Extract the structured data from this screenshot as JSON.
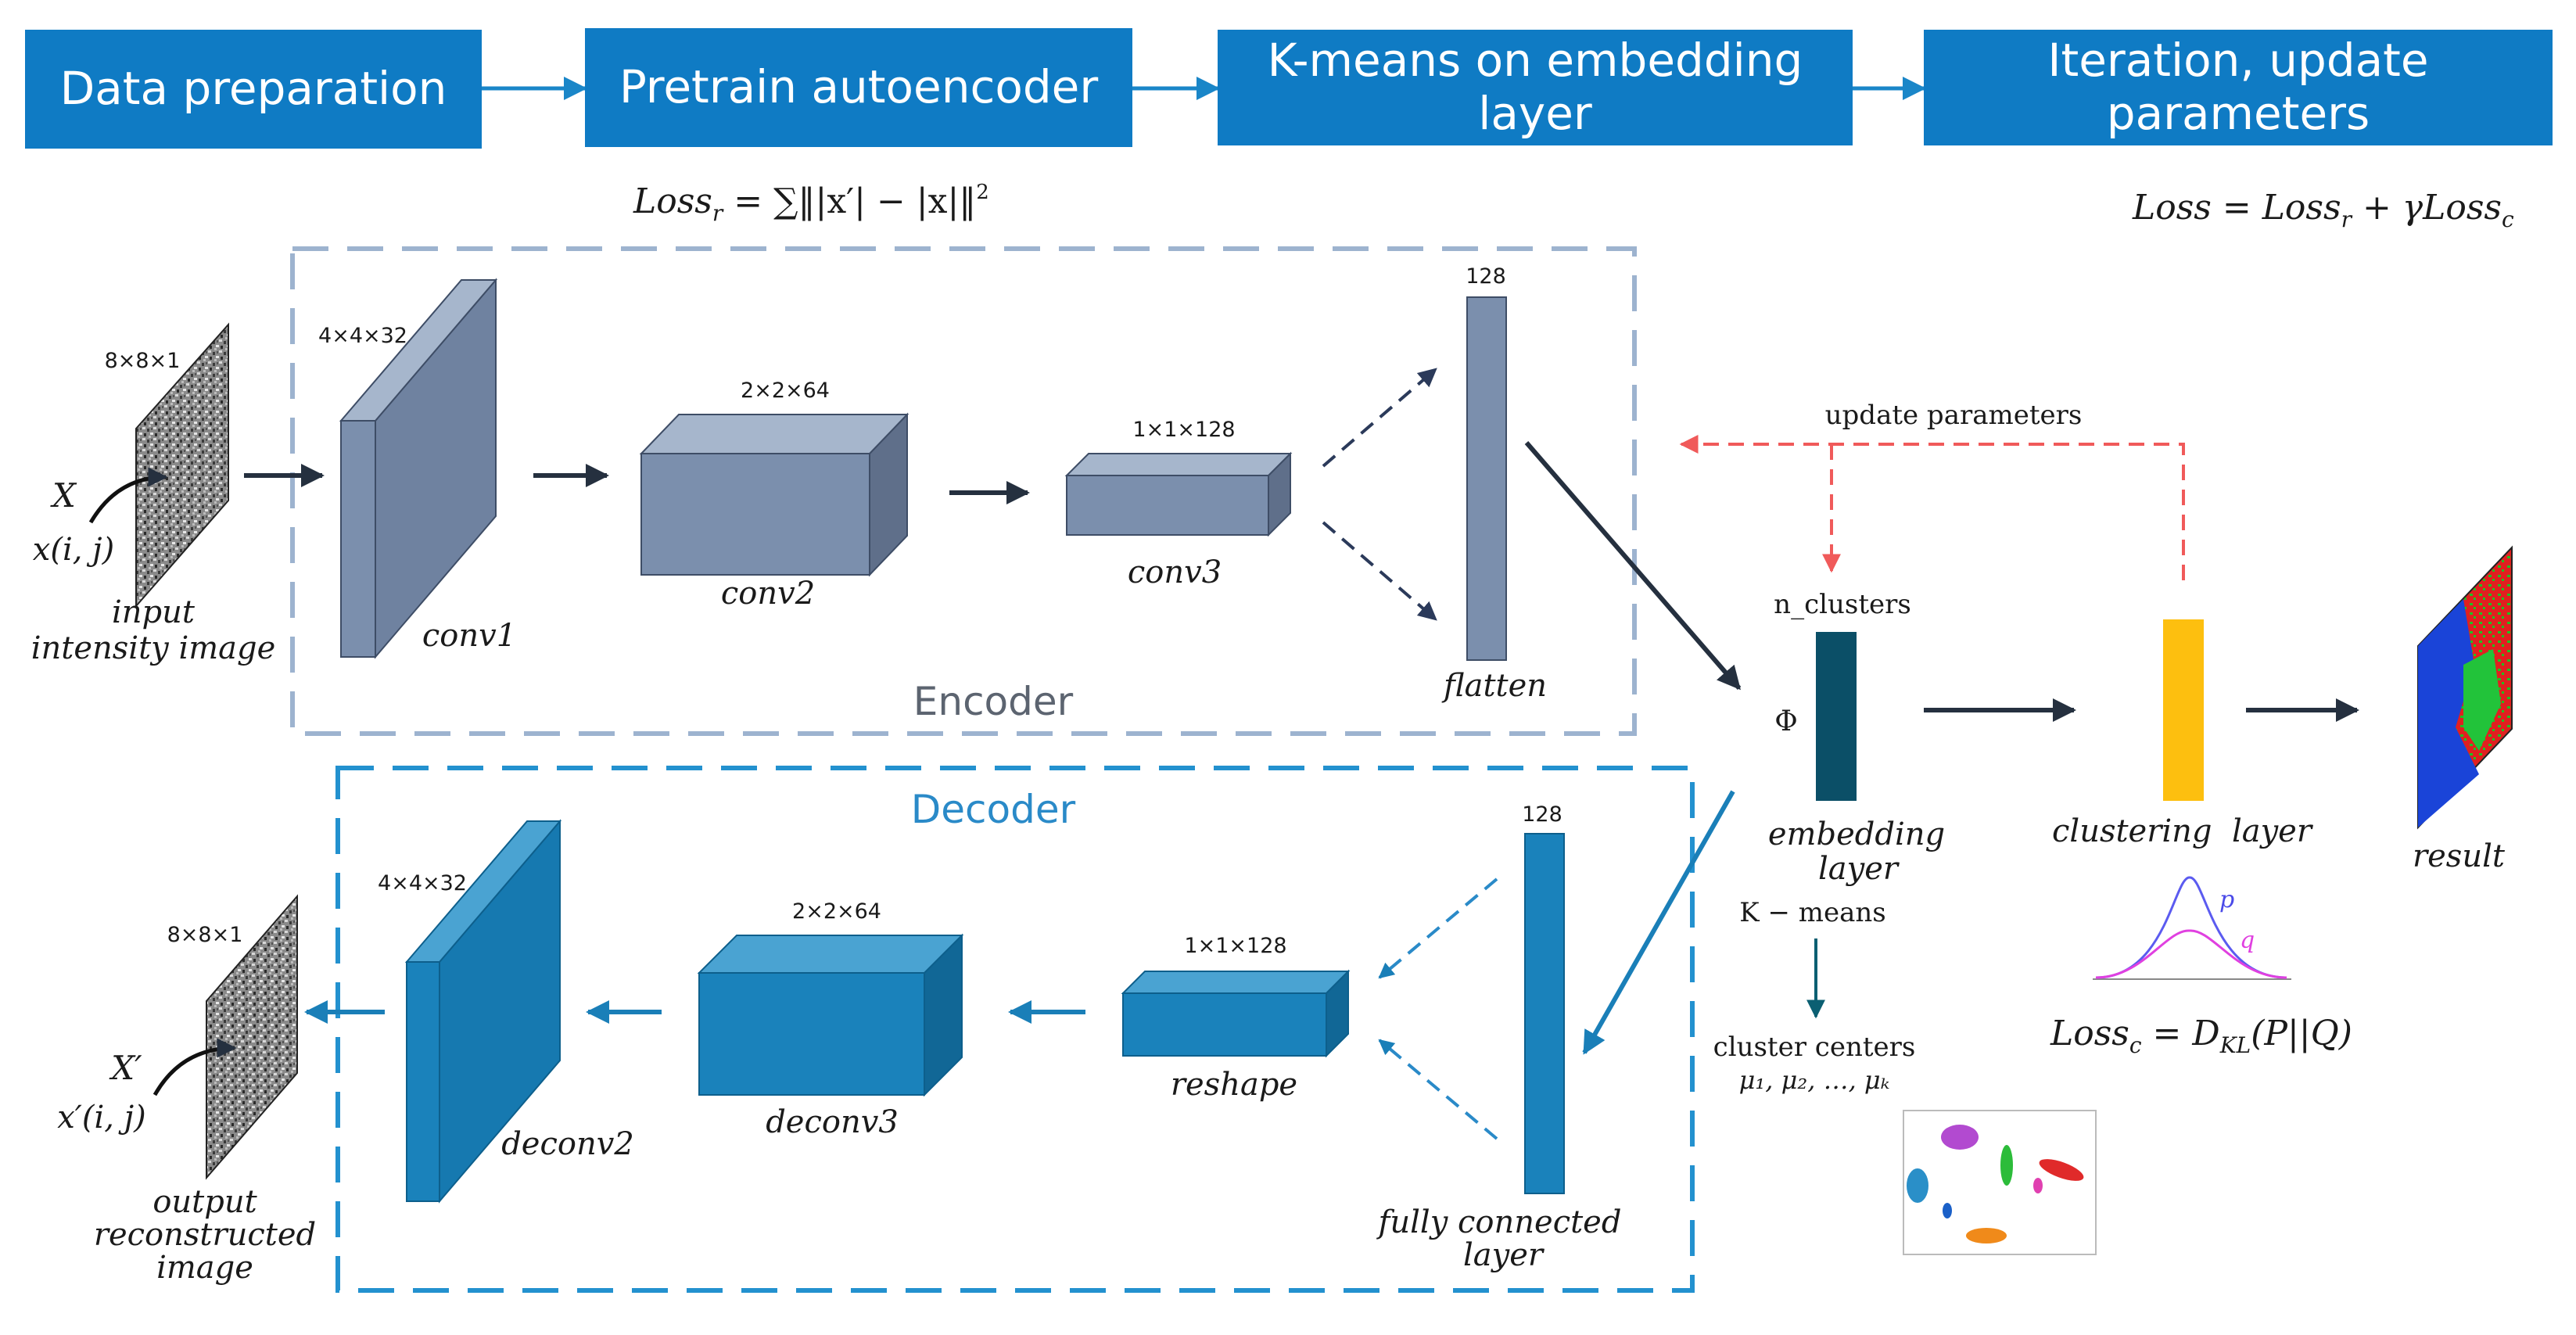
{
  "pipeline": {
    "steps": [
      {
        "line1": "Data preparation",
        "line2": ""
      },
      {
        "line1": "Pretrain autoencoder",
        "line2": ""
      },
      {
        "line1": "K-means on embedding",
        "line2": "layer"
      },
      {
        "line1": "Iteration, update",
        "line2": "parameters"
      }
    ]
  },
  "formulas": {
    "loss_r": {
      "prefix": "Loss",
      "sub": "r",
      "rhs": " = ∑‖|x′| − |x|‖",
      "sup": "2",
      "sub2": "2"
    },
    "loss_total": {
      "a": "Loss = Loss",
      "a_sub": "r",
      "b": " + γLoss",
      "b_sub": "c"
    },
    "loss_c": {
      "a": "Loss",
      "a_sub": "c",
      "b": " = D",
      "b_sub": "KL",
      "c": "(P||Q)"
    }
  },
  "encoder": {
    "title": "Encoder",
    "input": {
      "dims": "8×8×1",
      "symbol": "X",
      "pixel": "x(i, j)",
      "caption1": "input",
      "caption2": "intensity image"
    },
    "layers": [
      {
        "dims": "4×4×32",
        "name": "conv1"
      },
      {
        "dims": "2×2×64",
        "name": "conv2"
      },
      {
        "dims": "1×1×128",
        "name": "conv3"
      },
      {
        "dims": "128",
        "name": "flatten"
      }
    ]
  },
  "decoder": {
    "title": "Decoder",
    "output": {
      "dims": "8×8×1",
      "symbol": "X′",
      "pixel": "x′(i, j)",
      "caption1": "output",
      "caption2": "reconstructed",
      "caption3": "image"
    },
    "layers": [
      {
        "dims": "4×4×32",
        "name": "deconv2"
      },
      {
        "dims": "2×2×64",
        "name": "deconv3"
      },
      {
        "dims": "1×1×128",
        "name": "reshape"
      },
      {
        "dims": "128",
        "name1": "fully connected",
        "name2": "layer"
      }
    ]
  },
  "clustering": {
    "update_label": "update parameters",
    "n_clusters": "n_clusters",
    "phi": "Φ",
    "embedding1": "embedding",
    "embedding2": "layer",
    "clustering_label": "clustering  layer",
    "result": "result",
    "kmeans": "K − means",
    "centers1": "cluster centers",
    "centers2": "μ₁, μ₂, …, μₖ",
    "dist_p": "p",
    "dist_q": "q"
  },
  "colors": {
    "step_box": "#0f7bc4",
    "encoder_block": "#7b8fad",
    "decoder_block": "#1a82bb",
    "encoder_border": "#9db3cf",
    "decoder_border": "#2391cf",
    "embedding": "#0b4f67",
    "clustering": "#fdbf0f",
    "update_arrow": "#f05a5a"
  }
}
